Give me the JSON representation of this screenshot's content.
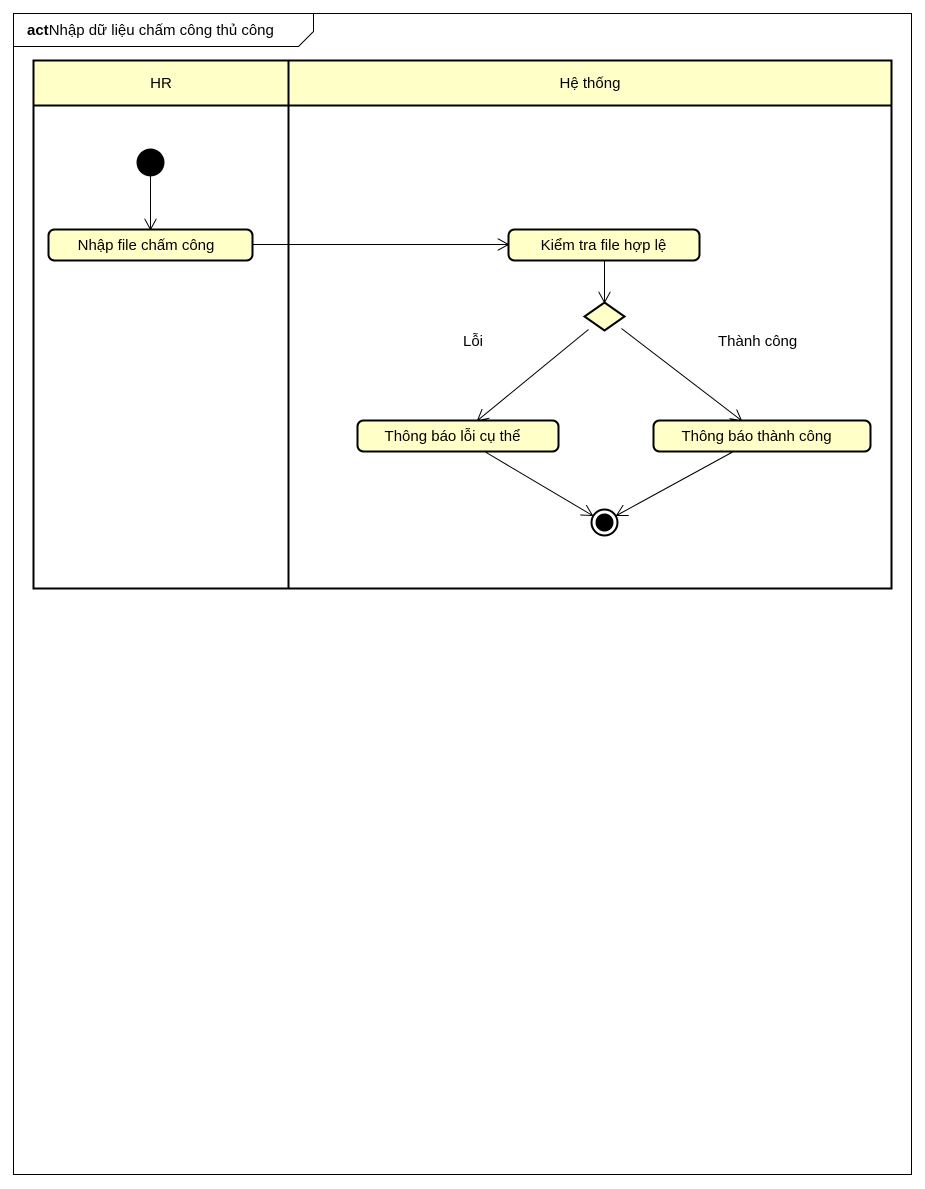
{
  "frame": {
    "kind": "act",
    "title": "Nhập dữ liệu chấm công thủ công"
  },
  "lanes": [
    {
      "id": "hr",
      "label": "HR"
    },
    {
      "id": "system",
      "label": "Hệ thống"
    }
  ],
  "actions": {
    "import_file": "Nhập file chấm công",
    "check_file": "Kiểm tra file hợp lệ",
    "notify_error": "Thông báo lỗi cụ thể",
    "notify_success": "Thông báo thành công"
  },
  "guards": {
    "error": "Lỗi",
    "success": "Thành công"
  },
  "colors": {
    "node_fill": "#ffffc8",
    "lane_header_fill": "#ffffc8",
    "stroke": "#000000"
  }
}
